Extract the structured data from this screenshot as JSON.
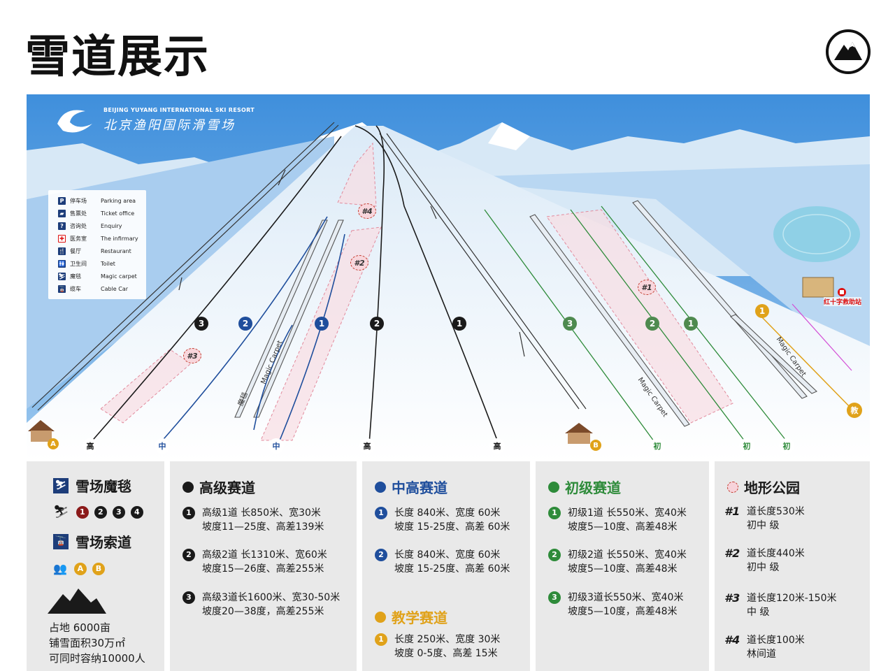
{
  "page_title": "雪道展示",
  "logo": {
    "icon": "mountain-logo-icon"
  },
  "resort": {
    "name_en": "BEIJING YUYANG INTERNATIONAL SKI RESORT",
    "name_zh": "北京渔阳国际滑雪场"
  },
  "map_legend": [
    {
      "icon": "parking-icon",
      "glyph": "P",
      "zh": "停车场",
      "en": "Parking area"
    },
    {
      "icon": "ticket-icon",
      "glyph": "▰",
      "zh": "售票处",
      "en": "Ticket office"
    },
    {
      "icon": "enquiry-icon",
      "glyph": "?",
      "zh": "咨询处",
      "en": "Enquiry"
    },
    {
      "icon": "infirmary-icon",
      "glyph": "✚",
      "zh": "医务室",
      "en": "The infirmary"
    },
    {
      "icon": "restaurant-icon",
      "glyph": "🍴",
      "zh": "餐厅",
      "en": "Restaurant"
    },
    {
      "icon": "toilet-icon",
      "glyph": "🚻",
      "zh": "卫生间",
      "en": "Toilet"
    },
    {
      "icon": "magic-carpet-icon",
      "glyph": "⛷",
      "zh": "魔毯",
      "en": "Magic carpet"
    },
    {
      "icon": "cable-car-icon",
      "glyph": "🚡",
      "zh": "缆车",
      "en": "Cable Car"
    }
  ],
  "map_labels": {
    "magic_carpet_en": "Magic Carpet",
    "magic_carpet_zh": "魔毯",
    "red_cross": "红十字救助站",
    "base_a": "A",
    "base_b": "B",
    "tp1": "#1",
    "tp2": "#2",
    "tp3": "#3",
    "tp4": "#4",
    "level_high": "高",
    "level_mid": "中",
    "level_beg": "初",
    "level_teach": "教"
  },
  "colors": {
    "advanced": "#1a1a1a",
    "intermediate": "#1f4e9c",
    "beginner": "#2e8b3a",
    "teaching": "#e0a21a",
    "terrain_park": "#e8a3b0",
    "map_sky": "#4a9ae0",
    "lift": "#333333"
  },
  "panels": {
    "facilities": {
      "magic_carpet_title": "雪场魔毯",
      "carpet_numbers": [
        "1",
        "2",
        "3",
        "4"
      ],
      "cable_title": "雪场索道",
      "cable_letters": [
        "A",
        "B"
      ],
      "stats": [
        "占地 6000亩",
        "铺雪面积30万㎡",
        "可同时容纳10000人"
      ]
    },
    "advanced": {
      "title": "高级赛道",
      "entries": [
        {
          "n": "1",
          "l1": "高级1道 长850米、宽30米",
          "l2": "坡度11—25度、高差139米"
        },
        {
          "n": "2",
          "l1": "高级2道 长1310米、宽60米",
          "l2": "坡度15—26度、高差255米"
        },
        {
          "n": "3",
          "l1": "高级3道长1600米、宽30-50米",
          "l2": "坡度20—38度，高差255米"
        }
      ]
    },
    "intermediate": {
      "title": "中高赛道",
      "entries": [
        {
          "n": "1",
          "l1": "长度 840米、宽度 60米",
          "l2": "坡度 15-25度、高差 60米"
        },
        {
          "n": "2",
          "l1": "长度 840米、宽度 60米",
          "l2": "坡度 15-25度、高差 60米"
        }
      ]
    },
    "teaching": {
      "title": "教学赛道",
      "entries": [
        {
          "n": "1",
          "l1": "长度 250米、宽度 30米",
          "l2": "坡度 0-5度、高差 15米"
        }
      ]
    },
    "beginner": {
      "title": "初级赛道",
      "entries": [
        {
          "n": "1",
          "l1": "初级1道 长550米、宽40米",
          "l2": "坡度5—10度、高差48米"
        },
        {
          "n": "2",
          "l1": "初级2道 长550米、宽40米",
          "l2": "坡度5—10度、高差48米"
        },
        {
          "n": "3",
          "l1": "初级3道长550米、宽40米",
          "l2": "坡度5—10度，高差48米"
        }
      ]
    },
    "terrain": {
      "title": "地形公园",
      "entries": [
        {
          "k": "#1",
          "l1": "道长度530米",
          "l2": "初中 级"
        },
        {
          "k": "#2",
          "l1": "道长度440米",
          "l2": "初中 级"
        },
        {
          "k": "#3",
          "l1": "道长度120米-150米",
          "l2": "中 级"
        },
        {
          "k": "#4",
          "l1": "道长度100米",
          "l2": "林间道"
        }
      ]
    }
  }
}
